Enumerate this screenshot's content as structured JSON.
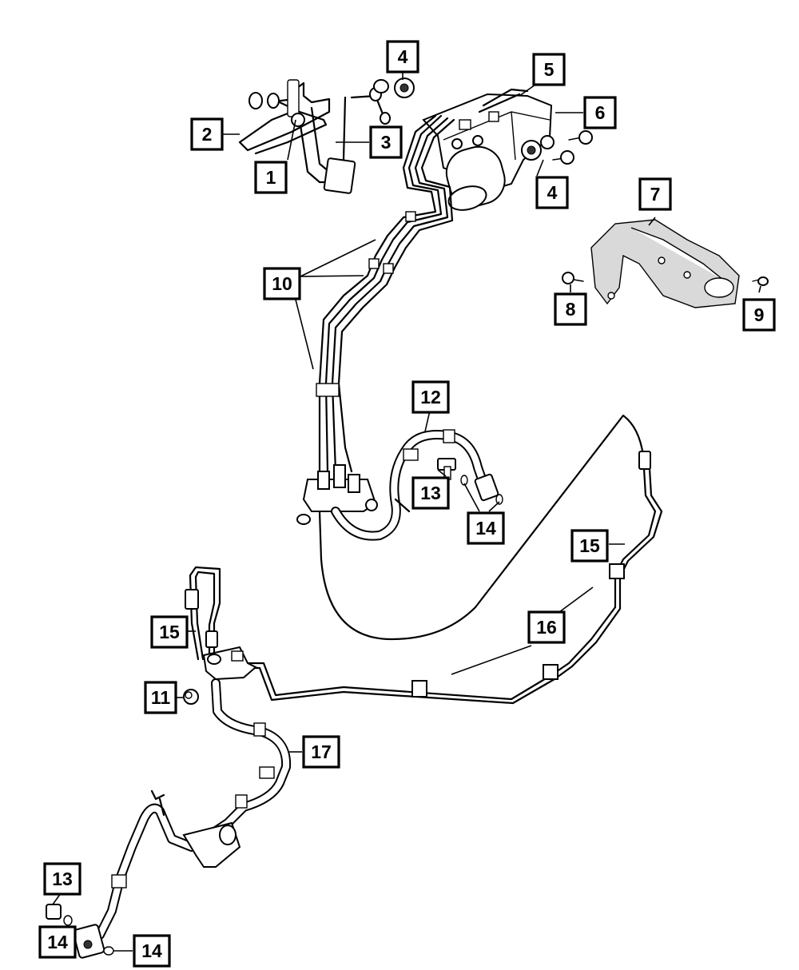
{
  "callouts": {
    "c1": "1",
    "c2": "2",
    "c3": "3",
    "c4a": "4",
    "c4b": "4",
    "c5": "5",
    "c6": "6",
    "c7": "7",
    "c8": "8",
    "c9": "9",
    "c10": "10",
    "c11": "11",
    "c12": "12",
    "c13a": "13",
    "c13b": "13",
    "c14a": "14",
    "c14b": "14",
    "c14c": "14",
    "c15a": "15",
    "c15b": "15",
    "c16": "16",
    "c17": "17"
  }
}
